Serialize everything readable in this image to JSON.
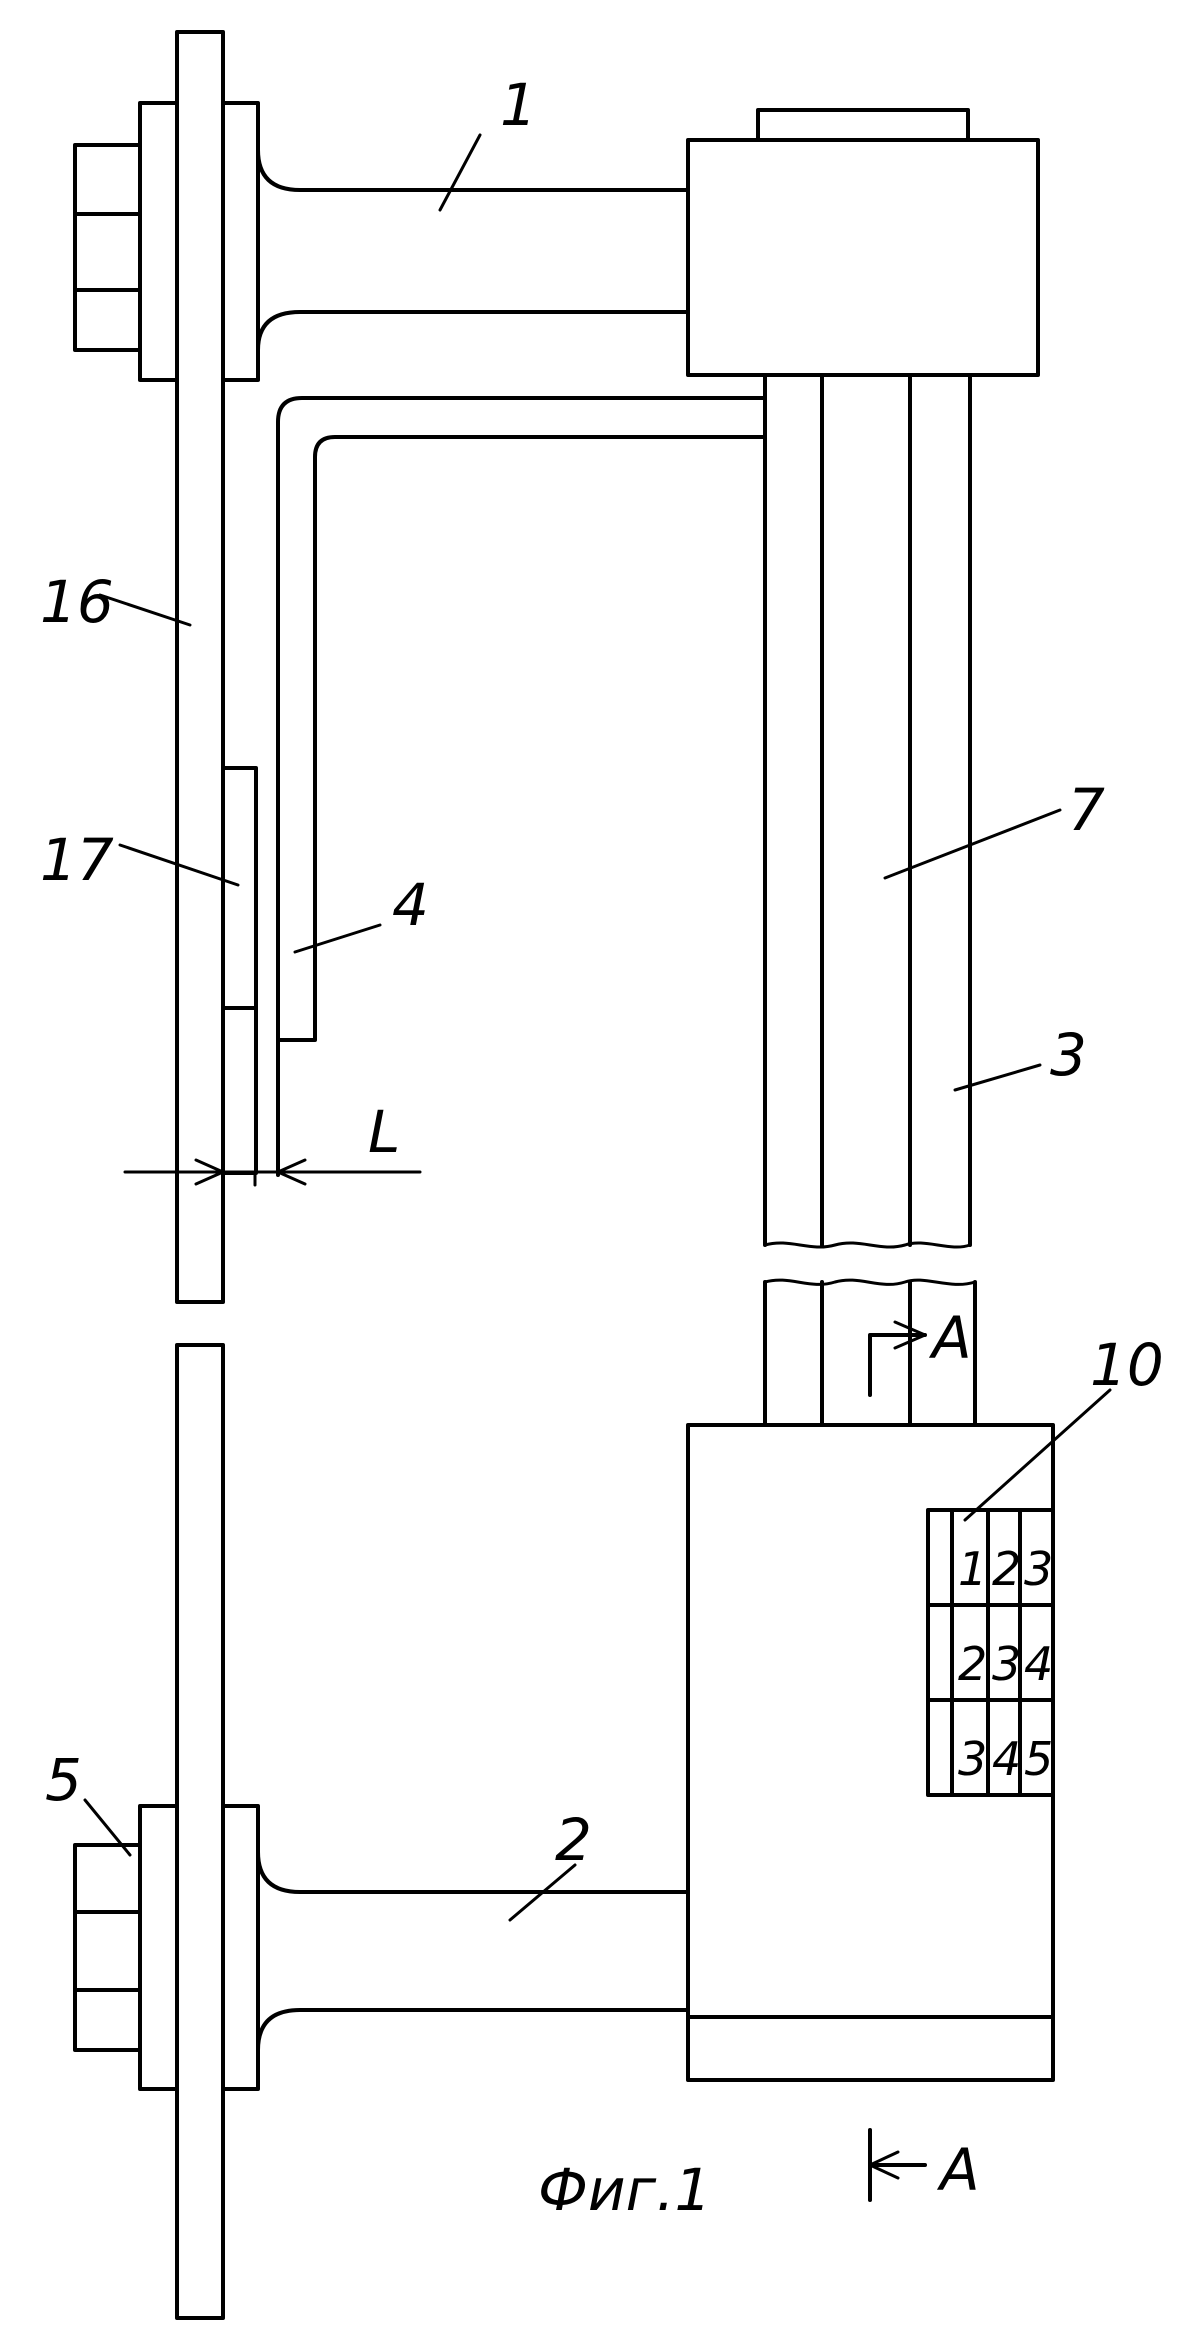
{
  "labels": {
    "part_1": "1",
    "part_2": "2",
    "part_3": "3",
    "part_4": "4",
    "part_5": "5",
    "part_7": "7",
    "part_10": "10",
    "part_16": "16",
    "part_17": "17",
    "dimension_L": "L",
    "section_a_top": "A",
    "section_a_bottom": "A"
  },
  "table_10": {
    "rows": [
      [
        "1",
        "2",
        "3"
      ],
      [
        "2",
        "3",
        "4"
      ],
      [
        "3",
        "4",
        "5"
      ]
    ]
  },
  "caption": "Фиг.1"
}
